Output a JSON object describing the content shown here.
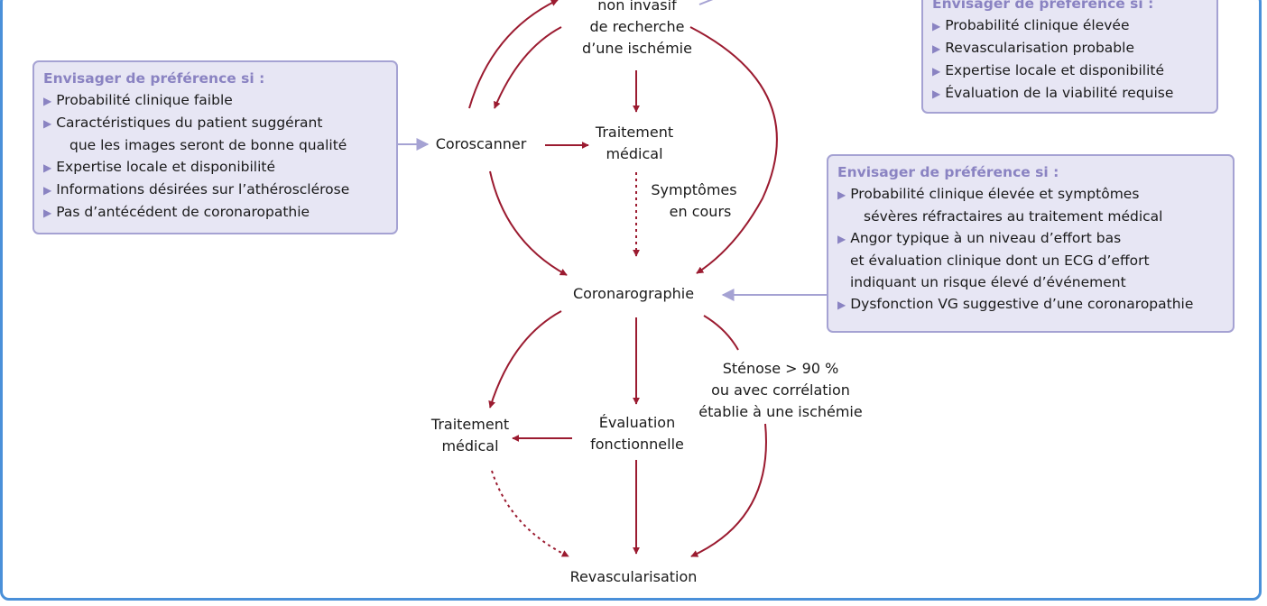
{
  "nodes": {
    "non_invasive": [
      "non invasif",
      "de recherche",
      "d’une ischémie"
    ],
    "coroscanner": "Coroscanner",
    "treatment_top": [
      "Traitement",
      "médical"
    ],
    "symptoms": [
      "Symptômes",
      "en cours"
    ],
    "coronarography": "Coronarographie",
    "stenosis": [
      "Sténose > 90 %",
      "ou avec corrélation",
      "établie à une ischémie"
    ],
    "treatment_bottom": [
      "Traitement",
      "médical"
    ],
    "functional_eval": [
      "Évaluation",
      "fonctionnelle"
    ],
    "revascularisation": "Revascularisation"
  },
  "boxes": {
    "left": {
      "title": "Envisager de préférence si :",
      "items": [
        [
          "Probabilité clinique faible"
        ],
        [
          "Caractéristiques du patient suggérant",
          "que les images seront de bonne qualité"
        ],
        [
          "Expertise locale et disponibilité"
        ],
        [
          "Informations désirées sur l’athérosclérose"
        ],
        [
          "Pas d’antécédent de coronaropathie"
        ]
      ]
    },
    "top_right": {
      "title": "Envisager de préférence si :",
      "items": [
        [
          "Probabilité clinique élevée"
        ],
        [
          "Revascularisation probable"
        ],
        [
          "Expertise locale et disponibilité"
        ],
        [
          "Évaluation de la viabilité requise"
        ]
      ]
    },
    "right": {
      "title": "Envisager de préférence si :",
      "items": [
        [
          "Probabilité clinique élevée et symptômes",
          "sévères réfractaires au traitement médical"
        ],
        [
          "Angor typique à un niveau d’effort bas",
          "et évaluation clinique dont un ECG d’effort",
          "indiquant un risque élevé d’événement"
        ],
        [
          "Dysfonction VG suggestive d’une coronaropathie"
        ]
      ]
    }
  },
  "colors": {
    "arrow": "#9b1b30",
    "connector": "#a5a2d3",
    "box_fill": "#e7e6f4",
    "box_border": "#a5a2d3",
    "box_title": "#8a83c2",
    "frame": "#4a90d9"
  }
}
